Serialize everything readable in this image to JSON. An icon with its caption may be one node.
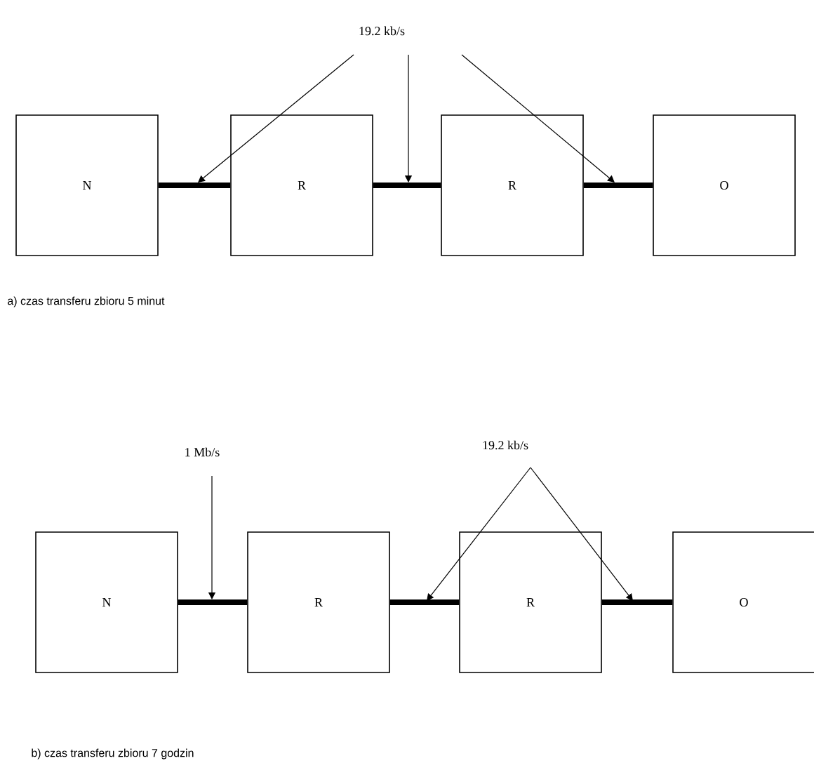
{
  "diagram": {
    "nodes": [
      {
        "text": [
          "N"
        ]
      },
      {
        "text": [
          "R"
        ]
      },
      {
        "text": [
          "R"
        ]
      },
      {
        "text": [
          "O"
        ]
      },
      {
        "text": [
          "19.2 kb/s"
        ]
      },
      {
        "text": [
          "N"
        ]
      },
      {
        "text": [
          "R"
        ]
      },
      {
        "text": [
          "R"
        ]
      },
      {
        "text": [
          "O"
        ]
      },
      {
        "text": [
          "1 Mb/s"
        ]
      },
      {
        "text": [
          "19.2 kb/s"
        ]
      }
    ],
    "edges": [
      {
        "from": 0,
        "to": 1,
        "arrow": "none",
        "style": "thick"
      },
      {
        "from": 1,
        "to": 2,
        "arrow": "none",
        "style": "thick"
      },
      {
        "from": 2,
        "to": 3,
        "arrow": "none",
        "style": "thick"
      },
      {
        "from": 4,
        "to": null,
        "arrow": "to"
      },
      {
        "from": 4,
        "to": null,
        "arrow": "to"
      },
      {
        "from": 4,
        "to": null,
        "arrow": "to"
      },
      {
        "from": 5,
        "to": 6,
        "arrow": "none",
        "style": "thick"
      },
      {
        "from": 6,
        "to": 7,
        "arrow": "none",
        "style": "thick"
      },
      {
        "from": 7,
        "to": 8,
        "arrow": "none",
        "style": "thick"
      },
      {
        "from": 9,
        "to": null,
        "arrow": "to"
      },
      {
        "from": 10,
        "to": null,
        "arrow": "to"
      },
      {
        "from": 10,
        "to": null,
        "arrow": "to"
      }
    ],
    "labels": [
      "a) czas transferu zbioru 5 minut",
      "b) czas transferu zbioru 7 godzin"
    ]
  }
}
